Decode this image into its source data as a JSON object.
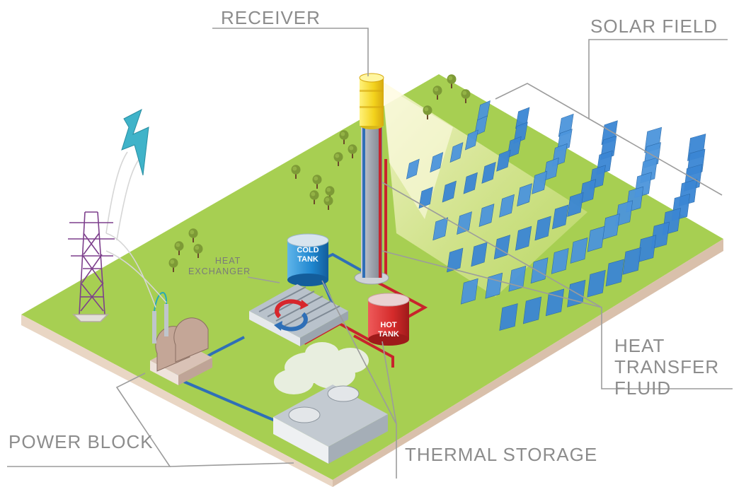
{
  "labels": {
    "receiver": "RECEIVER",
    "solar_field": "SOLAR FIELD",
    "heat_transfer_fluid_line1": "HEAT",
    "heat_transfer_fluid_line2": "TRANSFER",
    "heat_transfer_fluid_line3": "FLUID",
    "power_block": "POWER BLOCK",
    "thermal_storage": "THERMAL STORAGE",
    "heat_exchanger_line1": "HEAT",
    "heat_exchanger_line2": "EXCHANGER",
    "cold_tank_line1": "COLD",
    "cold_tank_line2": "TANK",
    "hot_tank_line1": "HOT",
    "hot_tank_line2": "TANK"
  },
  "colors": {
    "ground_top": "#a7cf52",
    "ground_side": "#e9d6c4",
    "hot_fluid": "#c8242c",
    "cold_fluid": "#2f6fb7",
    "cold_tank": "#1f86cf",
    "hot_tank": "#d52b2b",
    "receiver": "#f3d21c",
    "mirror": "#3b86d4",
    "pylon": "#7d3f8c",
    "lightning": "#3fb3c9",
    "label_text": "#8c8c8c",
    "leader_line": "#9c9c9c"
  },
  "icons": {
    "lightning": "lightning-bolt-icon",
    "pylon": "transmission-tower-icon",
    "tree": "tree-icon",
    "exchange": "heat-exchange-arrows-icon"
  }
}
